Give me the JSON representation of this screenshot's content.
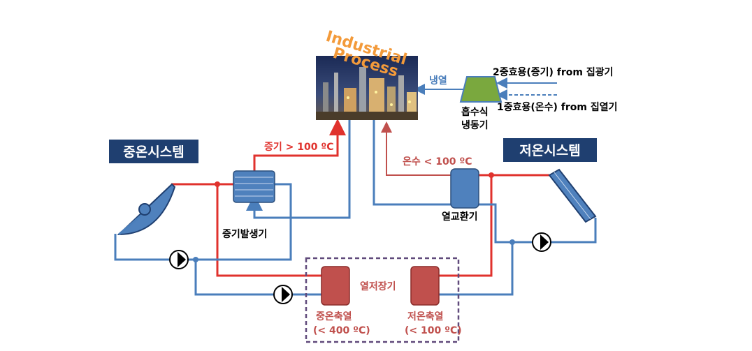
{
  "process": {
    "title_line1": "Industrial",
    "title_line2": "Process"
  },
  "labels": {
    "cooling": "냉열",
    "chiller_line1": "흡수식",
    "chiller_line2": "냉동기",
    "double_effect": "2중효용(증기) from 집광기",
    "single_effect": "1중효용(온수) from 집열기",
    "steam": "증기 > 100 ºC",
    "hot_water": "온수 < 100 ºC",
    "steam_generator": "증기발생기",
    "heat_exchanger": "열교환기",
    "thermal_storage": "열저장기",
    "mid_storage_line1": "중온축열",
    "mid_storage_line2": "(< 400 ºC)",
    "low_storage_line1": "저온축열",
    "low_storage_line2": "(< 100 ºC)"
  },
  "badges": {
    "mid_system": "중온시스템",
    "low_system": "저온시스템"
  },
  "colors": {
    "hot_pipe": "#e0322d",
    "cold_pipe": "#4a7ebb",
    "badge_bg": "#1f3f70",
    "storage_fill": "#c0504d",
    "hx_fill": "#4f81bd",
    "chiller_fill": "#7aa83e",
    "process_text": "#f39a3a",
    "dashed_border": "#604a7b"
  }
}
